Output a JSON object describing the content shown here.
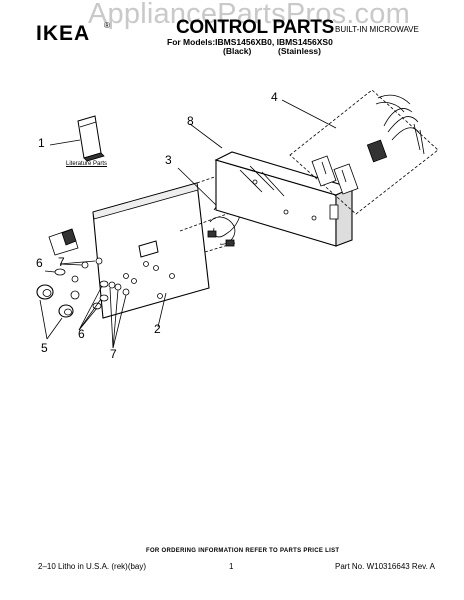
{
  "watermark": "AppliancePartsPros.com",
  "header": {
    "brand": "IKEA",
    "brand_mark": "®",
    "title": "CONTROL PARTS",
    "category": "BUILT-IN MICROWAVE",
    "models": "For Models:IBMS1456XB0, IBMS1456XS0",
    "finish_black": "(Black)",
    "finish_stainless": "(Stainless)"
  },
  "diagram": {
    "callouts": [
      "1",
      "2",
      "3",
      "4",
      "5",
      "6",
      "6",
      "7",
      "7",
      "8"
    ],
    "literature_label": "Literature Parts"
  },
  "footer": {
    "order_note": "FOR ORDERING INFORMATION REFER TO PARTS PRICE LIST",
    "left": "2–10 Litho in U.S.A. (rek)(bay)",
    "page": "1",
    "right": "Part No. W10316643 Rev. A"
  }
}
